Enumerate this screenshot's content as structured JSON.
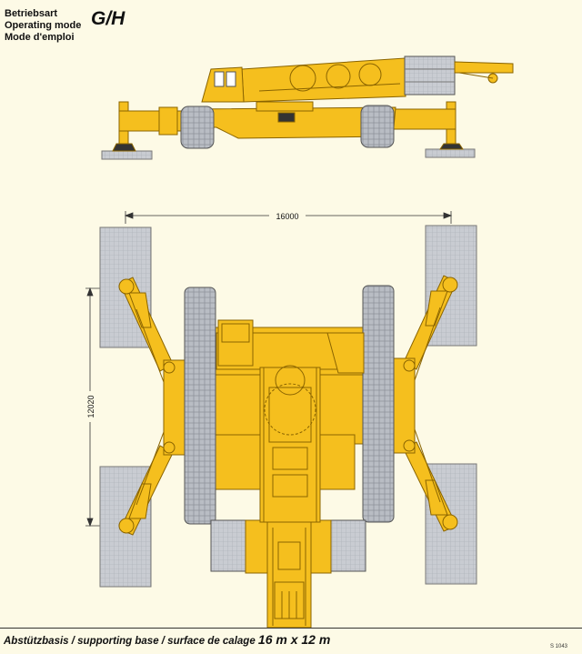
{
  "header": {
    "line1": "Betriebsart",
    "line2": "Operating mode",
    "line3": "Mode d'emploi",
    "mode": "G/H"
  },
  "dimensions": {
    "width_label": "16000",
    "height_label": "12020"
  },
  "caption": {
    "text": "Abstützbasis / supporting base / surface de calage ",
    "size": "16 m x 12 m"
  },
  "ref": "S 1043",
  "colors": {
    "background": "#fdfae6",
    "crane_yellow": "#f5bf1e",
    "crane_stroke": "#8a6400",
    "pad_gray": "#c9ccd2",
    "track_gray": "#b9bdc4"
  }
}
